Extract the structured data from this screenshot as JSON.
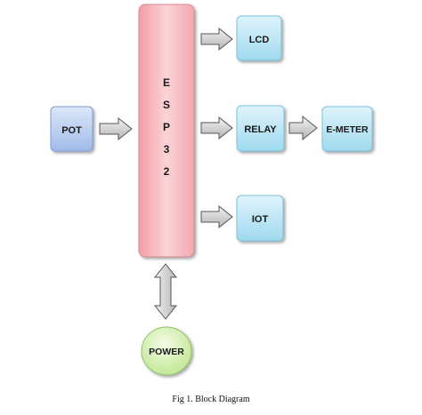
{
  "blocks": {
    "pot": {
      "label": "POT",
      "color": "#b4cbee"
    },
    "esp32": {
      "label": "ESP32",
      "color": "#f6b8bd"
    },
    "lcd": {
      "label": "LCD",
      "color": "#b5e4f3"
    },
    "relay": {
      "label": "RELAY",
      "color": "#b5e4f3"
    },
    "emeter": {
      "label": "E-METER",
      "color": "#b5e4f3"
    },
    "iot": {
      "label": "IOT",
      "color": "#b5e4f3"
    },
    "power": {
      "label": "POWER",
      "color": "#d5f0b0"
    }
  },
  "arrow_color": "#c8c8c8",
  "caption": "Fig 1. Block Diagram"
}
